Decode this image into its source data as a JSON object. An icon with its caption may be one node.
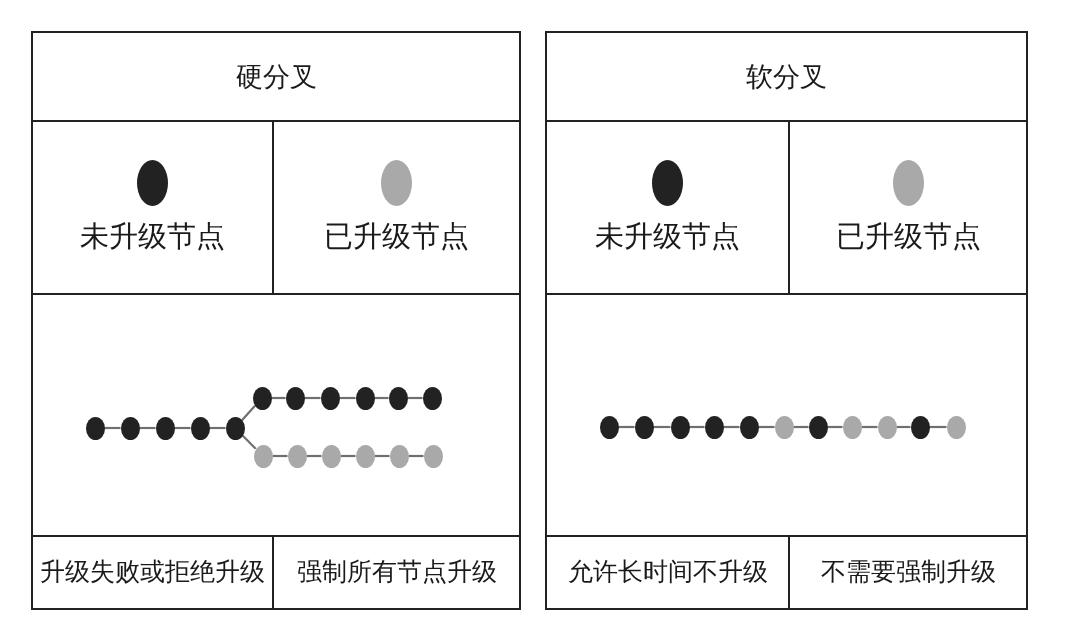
{
  "diagram": {
    "nodes": [
      {
        "text": [
          "硬分叉"
        ]
      },
      {
        "text": [],
        "shape": "box",
        "in": 0
      },
      {
        "text": [],
        "shape": "circle",
        "in": 1
      },
      {
        "text": [],
        "shape": "circle",
        "in": 1
      },
      {
        "text": [],
        "shape": "circle",
        "in": 1
      },
      {
        "text": [],
        "shape": "circle",
        "in": 1
      },
      {
        "text": [],
        "shape": "circle",
        "in": 1
      },
      {
        "text": [],
        "shape": "circle",
        "in": 1
      },
      {
        "text": [],
        "shape": "circle",
        "in": 1
      },
      {
        "text": [],
        "shape": "circle",
        "in": 1
      },
      {
        "text": [],
        "shape": "circle",
        "in": 1
      },
      {
        "text": [],
        "shape": "circle",
        "in": 1
      },
      {
        "text": [],
        "shape": "circle",
        "in": 1
      },
      {
        "text": [],
        "shape": "circle",
        "in": 1
      },
      {
        "text": [],
        "shape": "circle",
        "in": 1
      },
      {
        "text": [],
        "shape": "circle",
        "in": 1
      },
      {
        "text": [],
        "shape": "circle",
        "in": 1
      },
      {
        "text": [],
        "shape": "circle",
        "in": 1
      },
      {
        "text": [],
        "shape": "circle",
        "in": 1
      },
      {
        "text": [
          "升级失败或拒绝升级"
        ],
        "in": 0
      },
      {
        "text": [
          "强制所有节点升级"
        ],
        "in": 0
      },
      {
        "text": [
          "软分叉"
        ]
      },
      {
        "text": [],
        "shape": "box",
        "in": 21
      },
      {
        "text": [],
        "shape": "circle",
        "in": 22
      },
      {
        "text": [],
        "shape": "circle",
        "in": 22
      },
      {
        "text": [],
        "shape": "circle",
        "in": 22
      },
      {
        "text": [],
        "shape": "circle",
        "in": 22
      },
      {
        "text": [],
        "shape": "circle",
        "in": 22
      },
      {
        "text": [],
        "shape": "circle",
        "in": 22
      },
      {
        "text": [],
        "shape": "circle",
        "in": 22
      },
      {
        "text": [],
        "shape": "circle",
        "in": 22
      },
      {
        "text": [],
        "shape": "circle",
        "in": 22
      },
      {
        "text": [],
        "shape": "circle",
        "in": 22
      },
      {
        "text": [],
        "shape": "circle",
        "in": 22
      },
      {
        "text": [
          "允许长时间不升级"
        ],
        "in": 21
      },
      {
        "text": [
          "不需要强制升级"
        ],
        "in": 21
      }
    ],
    "edges": [
      {
        "from": 2,
        "to": 3,
        "arrow": "none"
      },
      {
        "from": 3,
        "to": 4,
        "arrow": "none"
      },
      {
        "from": 4,
        "to": 5,
        "arrow": "none"
      },
      {
        "from": 5,
        "to": 6,
        "arrow": "none"
      },
      {
        "from": 6,
        "to": 7,
        "arrow": "none"
      },
      {
        "from": 7,
        "to": 8,
        "arrow": "none"
      },
      {
        "from": 8,
        "to": 9,
        "arrow": "none"
      },
      {
        "from": 9,
        "to": 10,
        "arrow": "none"
      },
      {
        "from": 10,
        "to": 11,
        "arrow": "none"
      },
      {
        "from": 11,
        "to": 12,
        "arrow": "none"
      },
      {
        "from": 6,
        "to": 13,
        "arrow": "none"
      },
      {
        "from": 13,
        "to": 14,
        "arrow": "none"
      },
      {
        "from": 14,
        "to": 15,
        "arrow": "none"
      },
      {
        "from": 15,
        "to": 16,
        "arrow": "none"
      },
      {
        "from": 16,
        "to": 17,
        "arrow": "none"
      },
      {
        "from": 17,
        "to": 18,
        "arrow": "none"
      },
      {
        "from": 23,
        "to": 24,
        "arrow": "none"
      },
      {
        "from": 24,
        "to": 25,
        "arrow": "none"
      },
      {
        "from": 25,
        "to": 26,
        "arrow": "none"
      },
      {
        "from": 26,
        "to": 27,
        "arrow": "none"
      },
      {
        "from": 27,
        "to": 28,
        "arrow": "none"
      },
      {
        "from": 28,
        "to": 29,
        "arrow": "none"
      },
      {
        "from": 29,
        "to": 30,
        "arrow": "none"
      },
      {
        "from": 30,
        "to": 31,
        "arrow": "none"
      },
      {
        "from": 31,
        "to": 32,
        "arrow": "none"
      },
      {
        "from": 32,
        "to": 33,
        "arrow": "none"
      }
    ],
    "legend": [
      {
        "text": "未升级节点",
        "color": "#222222"
      },
      {
        "text": "已升级节点",
        "color": "#a9a9a9"
      },
      {
        "text": "未升级节点",
        "color": "#222222"
      },
      {
        "text": "已升级节点",
        "color": "#a9a9a9"
      }
    ]
  }
}
